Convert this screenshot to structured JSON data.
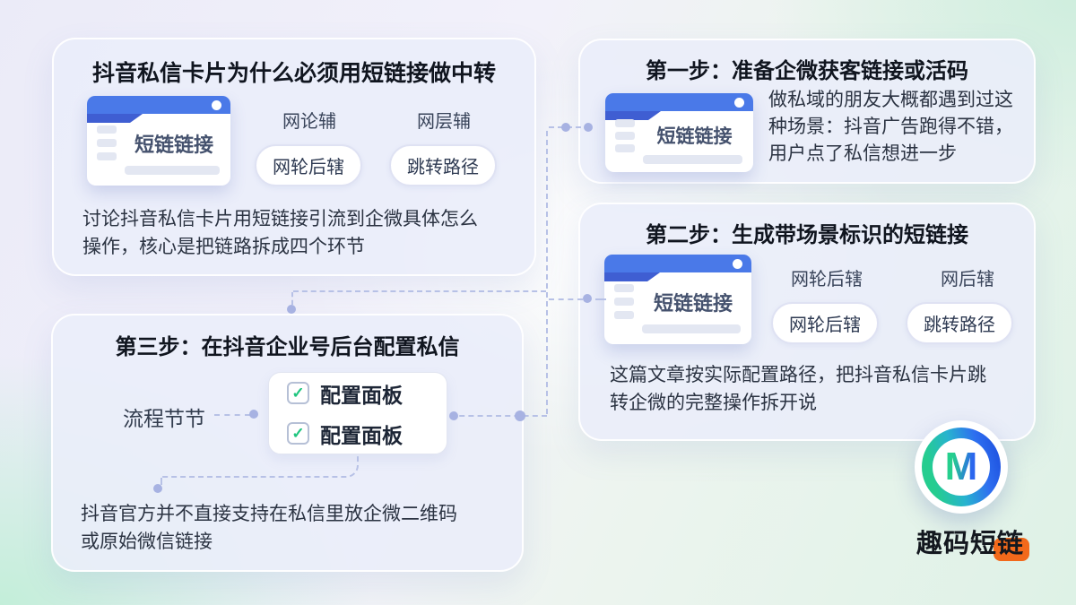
{
  "poster": {
    "cards": {
      "intro": {
        "title": "抖音私信卡片为什么必须用短链接做中转",
        "window_label": "短链链接",
        "tag_top_1": "网论辅",
        "tag_top_2": "网层辅",
        "pill_1": "网轮后辖",
        "pill_2": "跳转路径",
        "body": "讨论抖音私信卡片用短链接引流到企微具体怎么操作，核心是把链路拆成四个环节"
      },
      "step1": {
        "title": "第一步：准备企微获客链接或活码",
        "window_label": "短链链接",
        "body": "做私域的朋友大概都遇到过这种场景：抖音广告跑得不错，用户点了私信想进一步"
      },
      "step2": {
        "title": "第二步：生成带场景标识的短链接",
        "window_label": "短链链接",
        "tag_top_1": "网轮后辖",
        "tag_top_2": "网后辖",
        "pill_1": "网轮后辖",
        "pill_2": "跳转路径",
        "body": "这篇文章按实际配置路径，把抖音私信卡片跳转企微的完整操作拆开说"
      },
      "step3": {
        "title": "第三步：在抖音企业号后台配置私信",
        "flow_label": "流程节节",
        "checklist": [
          "配置面板",
          "配置面板"
        ],
        "body": "抖音官方并不直接支持在私信里放企微二维码或原始微信链接"
      }
    },
    "brand": {
      "logo_letter": "M",
      "name": "趣码短链"
    },
    "icons": {
      "check": "✓"
    },
    "colors": {
      "window_header_blue": "#4a79e8",
      "window_tab_blue": "#3f5ed2",
      "check_green": "#1ec57e",
      "brand_orange": "#f2691b",
      "logo_gradient_green": "#26cf8e",
      "logo_gradient_blue": "#2b66ee",
      "connector_dash": "#b7c1e6",
      "card_background": "#eaedf9"
    }
  }
}
